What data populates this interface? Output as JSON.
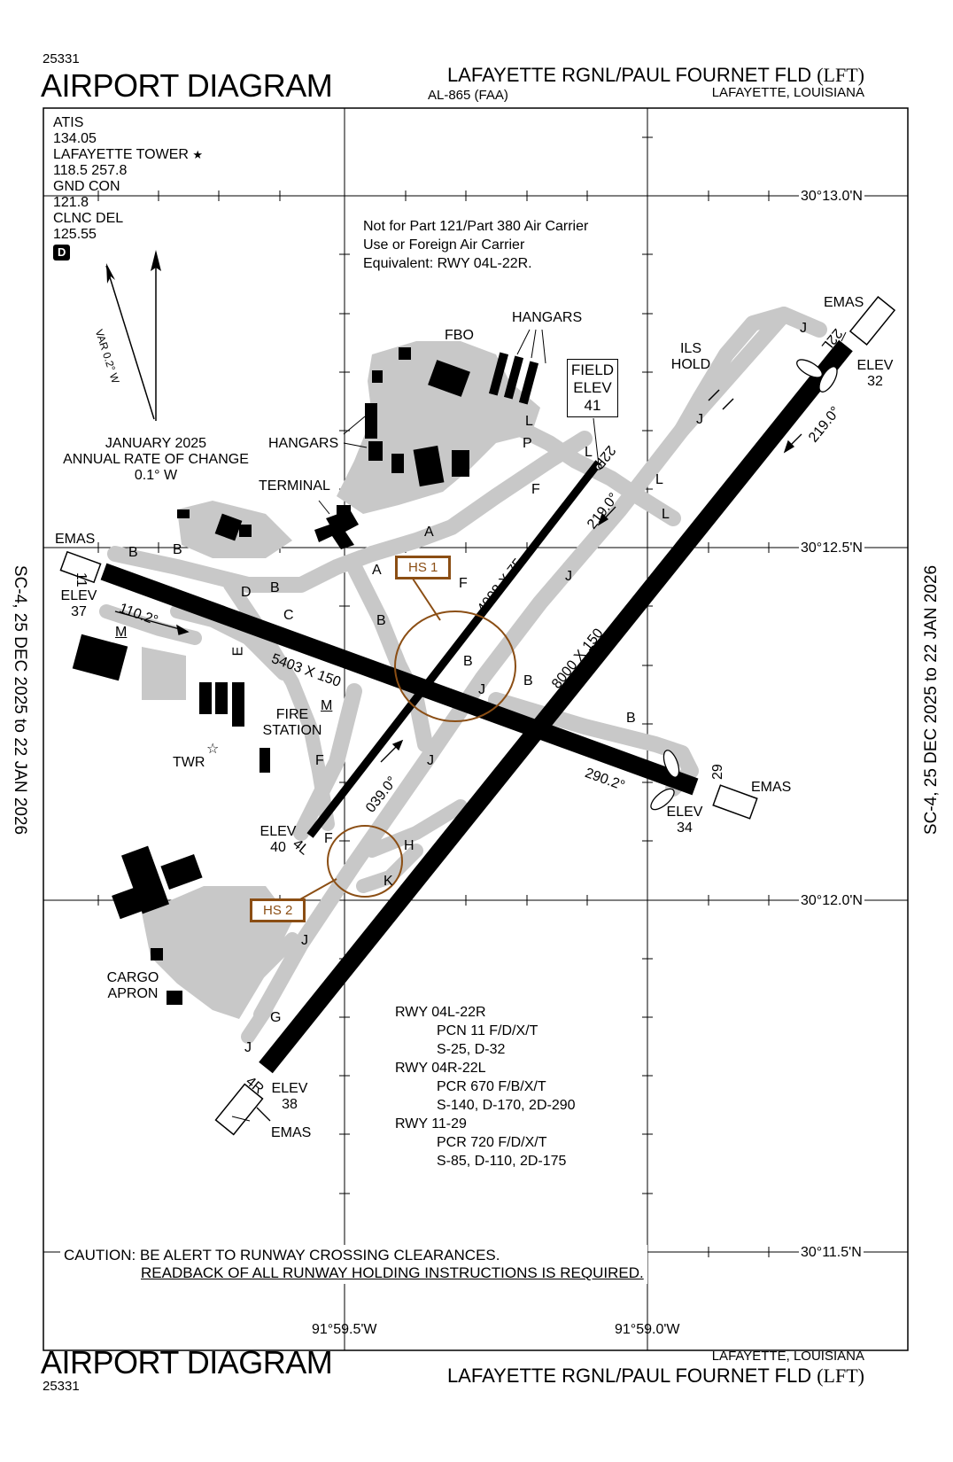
{
  "header": {
    "procedure_number": "25331",
    "title": "AIRPORT DIAGRAM",
    "airport_name": "LAFAYETTE RGNL/PAUL FOURNET FLD",
    "airport_id": "(LFT)",
    "city_state": "LAFAYETTE, LOUISIANA",
    "chart_id": "AL-865 (FAA)"
  },
  "footer": {
    "procedure_number": "25331",
    "title": "AIRPORT DIAGRAM",
    "airport_name": "LAFAYETTE RGNL/PAUL FOURNET FLD",
    "airport_id": "(LFT)",
    "city_state": "LAFAYETTE, LOUISIANA"
  },
  "side_dates": {
    "left": "SC-4, 25 DEC 2025 to 22 JAN 2026",
    "right": "SC-4, 25 DEC 2025 to 22 JAN 2026"
  },
  "frequencies": {
    "atis_label": "ATIS",
    "atis_freq": "134.05",
    "tower_label": "LAFAYETTE TOWER",
    "tower_star": "★",
    "tower_freq": "118.5  257.8",
    "gnd_label": "GND CON",
    "gnd_freq": "121.8",
    "clnc_label": "CLNC DEL",
    "clnc_freq": "125.55",
    "d_badge": "D"
  },
  "variation": {
    "var_label": "VAR 0.2° W",
    "date": "JANUARY 2025",
    "rate_label": "ANNUAL RATE OF CHANGE",
    "rate_value": "0.1° W"
  },
  "notes": {
    "part121_line1": "Not for Part 121/Part 380 Air Carrier",
    "part121_line2": "Use or Foreign Air Carrier",
    "part121_line3": "Equivalent: RWY 04L-22R.",
    "caution_line1": "CAUTION: BE ALERT TO RUNWAY CROSSING CLEARANCES.",
    "caution_line2": "READBACK OF ALL RUNWAY HOLDING INSTRUCTIONS IS REQUIRED."
  },
  "field_elev": {
    "label1": "FIELD",
    "label2": "ELEV",
    "value": "41"
  },
  "coordinates": {
    "lat1": "30°13.0'N",
    "lat2": "30°12.5'N",
    "lat3": "30°12.0'N",
    "lat4": "30°11.5'N",
    "lon1": "91°59.5'W",
    "lon2": "91°59.0'W"
  },
  "features": {
    "fbo": "FBO",
    "hangars_top": "HANGARS",
    "hangars_left": "HANGARS",
    "terminal": "TERMINAL",
    "fire1": "FIRE",
    "fire2": "STATION",
    "twr": "TWR",
    "cargo1": "CARGO",
    "cargo2": "APRON",
    "ils1": "ILS",
    "ils2": "HOLD",
    "emas_ne": "EMAS",
    "emas_w": "EMAS",
    "emas_e": "EMAS",
    "emas_sw": "EMAS"
  },
  "hot_spots": {
    "hs1": "HS 1",
    "hs2": "HS 2"
  },
  "runway_labels": {
    "dim_11_29": "5403 X 150",
    "dim_04r_22l": "8000 X 150",
    "dim_04l_22r": "4098 X 75",
    "hdg_110": "110.2°",
    "hdg_290": "290.2°",
    "hdg_219_a": "219.0°",
    "hdg_219_b": "219.0°",
    "hdg_039_a": "039.0°",
    "hdg_039_b": "039.0°",
    "end_11": "11",
    "end_29": "29",
    "end_22l": "22L",
    "end_22r": "22R",
    "end_4l": "4L",
    "end_4r": "4R",
    "elev_label": "ELEV",
    "elev_11": "37",
    "elev_29": "34",
    "elev_22l": "32",
    "elev_4l": "40",
    "elev_4r": "38"
  },
  "taxiways": {
    "a1": "A",
    "a2": "A",
    "b1": "B",
    "b2": "B",
    "b3": "B",
    "b4": "B",
    "b5": "B",
    "b6": "B",
    "b7": "B",
    "c": "C",
    "d": "D",
    "e": "E",
    "f1": "F",
    "f2": "F",
    "f3": "F",
    "f4": "F",
    "g": "G",
    "h": "H",
    "j1": "J",
    "j2": "J",
    "j3": "J",
    "j4": "J",
    "j5": "J",
    "j6": "J",
    "j7": "J",
    "k": "K",
    "l1": "L",
    "l2": "L",
    "l3": "L",
    "l4": "L",
    "m1": "M",
    "m2": "M",
    "p": "P"
  },
  "runway_table": {
    "r1_id": "RWY  04L-22R",
    "r1_pcn": "PCN 11 F/D/X/T",
    "r1_wt": "S-25, D-32",
    "r2_id": "RWY  04R-22L",
    "r2_pcr": "PCR 670 F/B/X/T",
    "r2_wt": "S-140, D-170, 2D-290",
    "r3_id": "RWY  11-29",
    "r3_pcr": "PCR 720 F/D/X/T",
    "r3_wt": "S-85, D-110, 2D-175"
  },
  "colors": {
    "hot_spot": "#8B4E14",
    "pavement": "#C8C8C8",
    "runway": "#000000"
  }
}
